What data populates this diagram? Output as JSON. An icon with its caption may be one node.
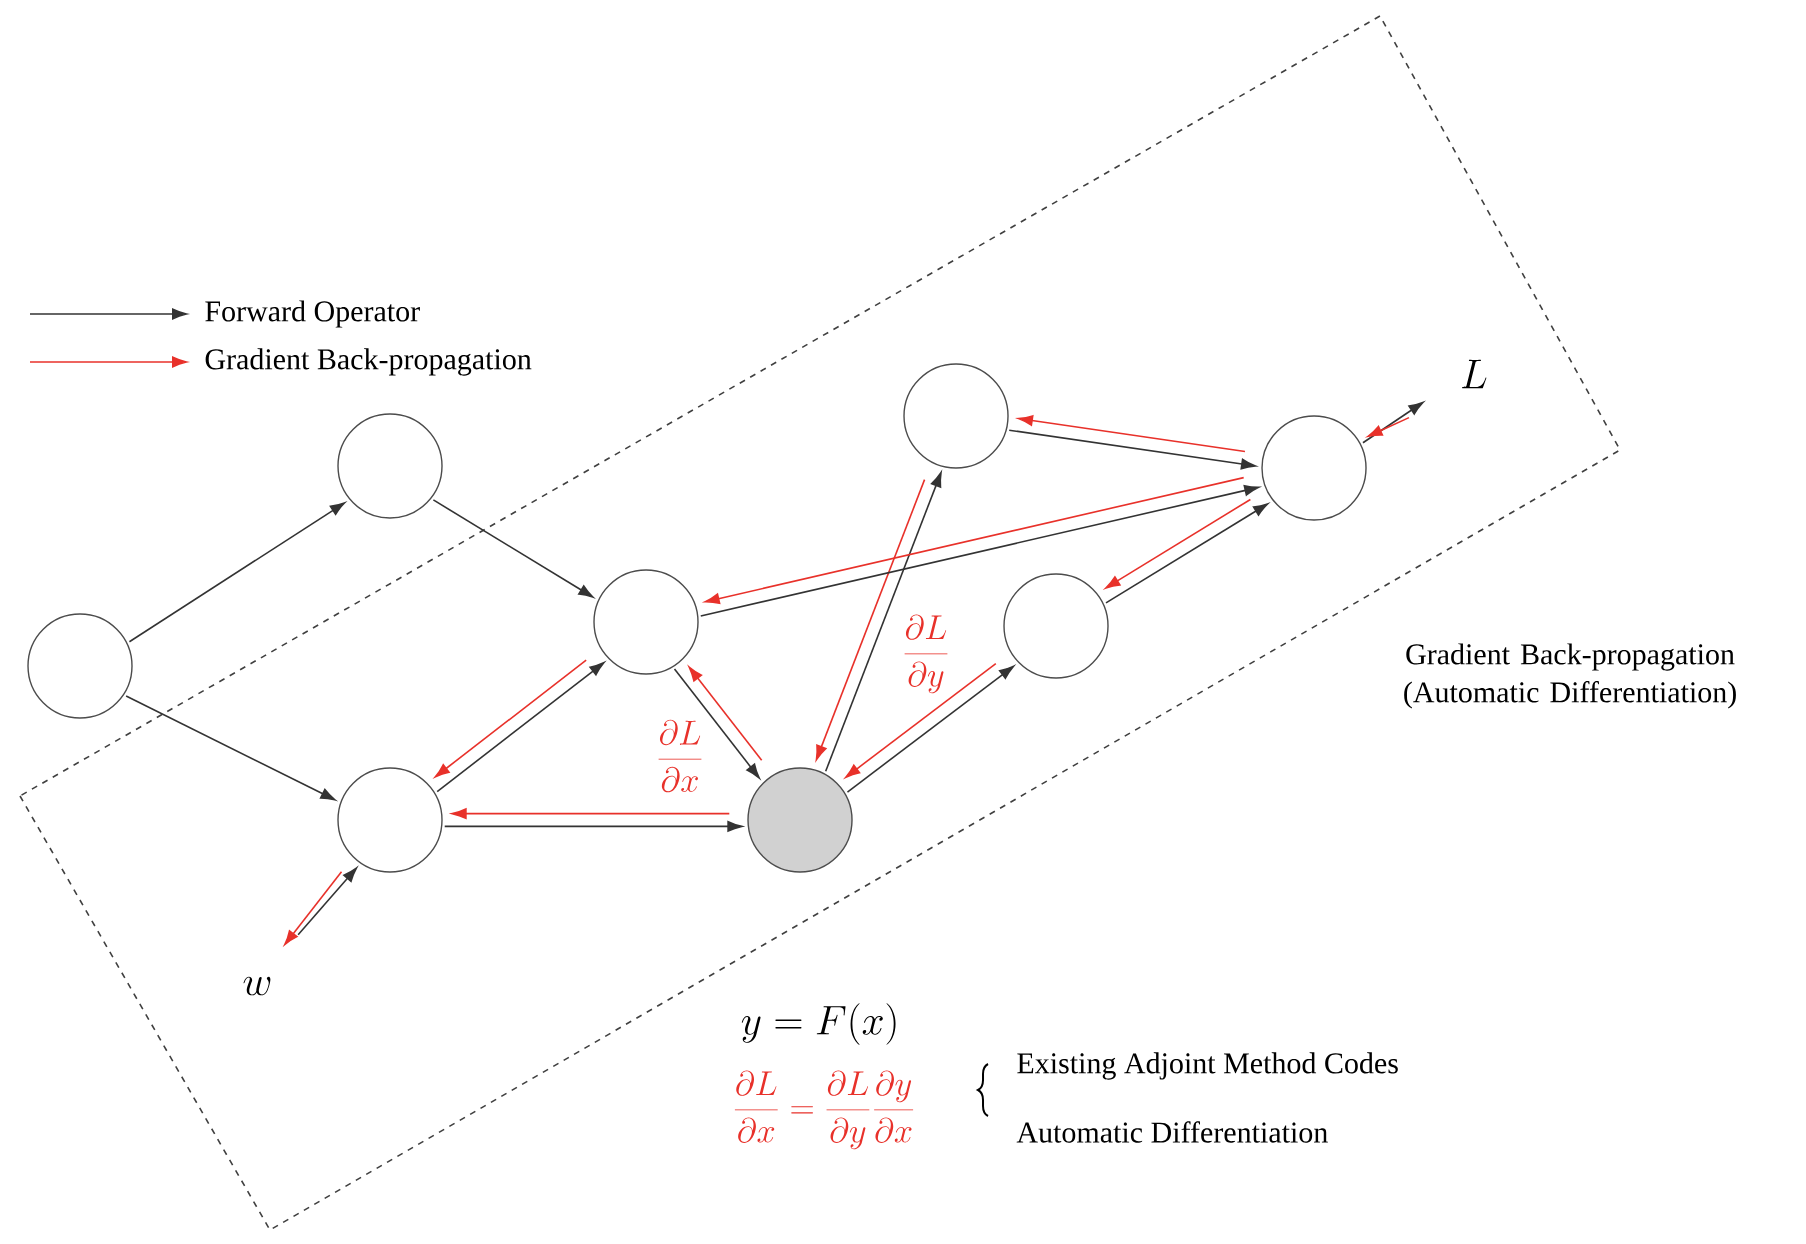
{
  "diagram": {
    "nodes": [
      {
        "text": [],
        "shape": "circle"
      },
      {
        "text": [],
        "shape": "circle"
      },
      {
        "text": [],
        "shape": "circle"
      },
      {
        "text": [],
        "shape": "circle"
      },
      {
        "text": [],
        "shape": "circle"
      },
      {
        "text": [],
        "shape": "circle"
      },
      {
        "text": [],
        "shape": "circle"
      },
      {
        "text": [],
        "shape": "circle"
      }
    ],
    "edges": [
      {
        "from": 0,
        "to": 1,
        "arrow": "to"
      },
      {
        "from": 0,
        "to": 2,
        "arrow": "to"
      },
      {
        "from": 1,
        "to": 3,
        "arrow": "to"
      },
      {
        "from": 2,
        "to": 3,
        "arrow": "to"
      },
      {
        "from": 3,
        "to": 2,
        "arrow": "to",
        "color": "#e8312a"
      },
      {
        "from": 2,
        "to": 4,
        "arrow": "to"
      },
      {
        "from": 4,
        "to": 2,
        "arrow": "to",
        "color": "#e8312a"
      },
      {
        "from": 3,
        "to": 4,
        "arrow": "to"
      },
      {
        "from": 4,
        "to": 3,
        "arrow": "to",
        "color": "#e8312a",
        "label": "\\frac{\\partial L}{\\partial x}"
      },
      {
        "from": 4,
        "to": 5,
        "arrow": "to"
      },
      {
        "from": 5,
        "to": 4,
        "arrow": "to",
        "color": "#e8312a",
        "label": "\\frac{\\partial L}{\\partial y}"
      },
      {
        "from": 4,
        "to": 6,
        "arrow": "to"
      },
      {
        "from": 6,
        "to": 4,
        "arrow": "to",
        "color": "#e8312a"
      },
      {
        "from": 5,
        "to": 7,
        "arrow": "to"
      },
      {
        "from": 7,
        "to": 5,
        "arrow": "to",
        "color": "#e8312a"
      },
      {
        "from": 3,
        "to": 7,
        "arrow": "to"
      },
      {
        "from": 7,
        "to": 3,
        "arrow": "to",
        "color": "#e8312a"
      },
      {
        "from": 6,
        "to": 7,
        "arrow": "to"
      },
      {
        "from": 7,
        "to": 6,
        "arrow": "to",
        "color": "#e8312a"
      },
      {
        "from": 7,
        "to": null,
        "arrow": "to"
      },
      {
        "from": null,
        "to": 7,
        "arrow": "to",
        "color": "#e8312a"
      },
      {
        "from": null,
        "to": 2,
        "arrow": "to"
      },
      {
        "from": 2,
        "to": null,
        "arrow": "to",
        "color": "#e8312a"
      }
    ],
    "labels": [
      "w",
      "L",
      "Gradient Back-propagation (Automatic Differentiation)",
      "y = F(x)",
      "\\frac{\\partial L}{\\partial x} = \\frac{\\partial L}{\\partial y}\\frac{\\partial y}{\\partial x}",
      "Existing Adjoint Method Codes",
      "Automatic Differentiation"
    ],
    "legend": [
      {
        "text": "Forward Operator"
      },
      {
        "text": "Gradient Back-propagation"
      }
    ]
  }
}
